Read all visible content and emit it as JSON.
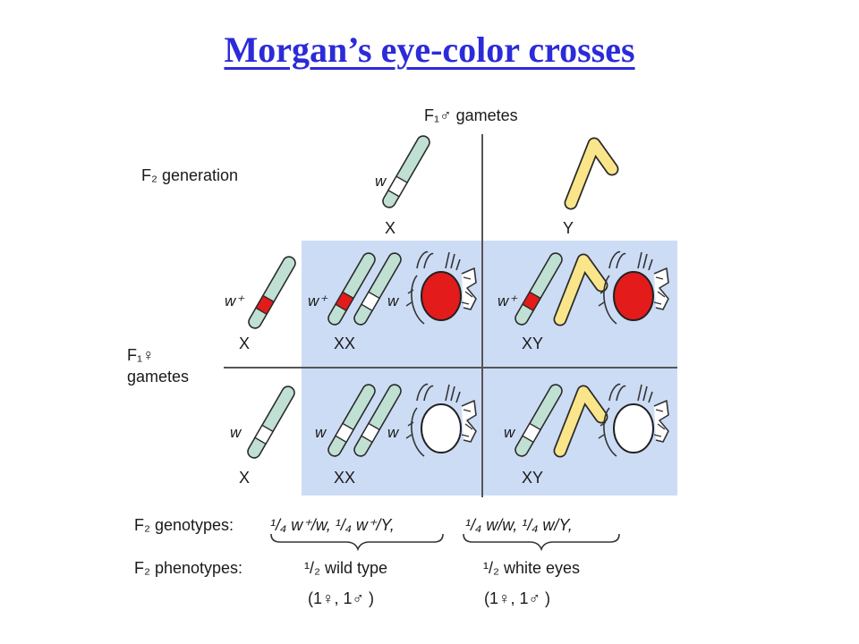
{
  "title": "Morgan’s eye-color crosses",
  "labels": {
    "f1_male_gametes": "F₁♂ gametes",
    "f2_generation": "F₂ generation",
    "f1_female": "F₁♀",
    "gametes": "gametes",
    "f2_genotypes": "F₂ genotypes:",
    "f2_phenotypes": "F₂ phenotypes:"
  },
  "male_gametes": {
    "x_chrom": "X",
    "y_chrom": "Y",
    "allele": "w"
  },
  "female_gametes": {
    "top": {
      "chrom": "X",
      "allele": "w⁺"
    },
    "bottom": {
      "chrom": "X",
      "allele": "w"
    }
  },
  "cells": {
    "top_left": {
      "genotype": "XX",
      "allele_a": "w⁺",
      "allele_b": "w"
    },
    "top_right": {
      "genotype": "XY",
      "allele_a": "w⁺"
    },
    "bottom_left": {
      "genotype": "XX",
      "allele_a": "w",
      "allele_b": "w"
    },
    "bottom_right": {
      "genotype": "XY",
      "allele_a": "w"
    }
  },
  "summary": {
    "genotypes_left": "¹/₄ w⁺/w,  ¹/₄ w⁺/Y,",
    "genotypes_right": "¹/₄ w/w,  ¹/₄ w/Y,",
    "phenotype_left": "¹/₂ wild type",
    "phenotype_right": "¹/₂ white eyes",
    "sex_left": "(1♀, 1♂ )",
    "sex_right": "(1♀, 1♂ )"
  },
  "colors": {
    "title": "#2b2bd9",
    "grid_fill": "#cddcf5",
    "x_chromosome": "#bfe0d3",
    "y_chromosome": "#fbe58a",
    "red_eye": "#e31b1b",
    "white_eye": "#ffffff"
  },
  "icons": {
    "red_eye": "red-eyed-fly-head-icon",
    "white_eye": "white-eyed-fly-head-icon"
  }
}
